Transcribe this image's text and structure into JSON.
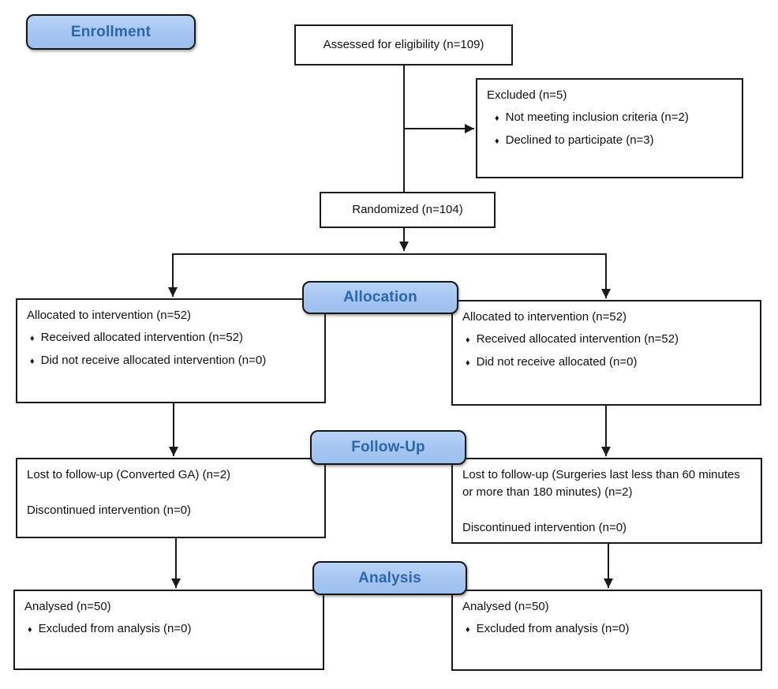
{
  "diagram_title": "CONSORT participant flow diagram",
  "bullet_glyph": "♦",
  "colors": {
    "badge_fill": "#a6c6f1",
    "badge_text": "#2b66ad",
    "badge_border": "#161616",
    "box_border": "#1a1a1a",
    "box_fill": "#ffffff",
    "connector": "#1a1a1a",
    "background": "#ffffff"
  },
  "stages": [
    {
      "label": "Enrollment"
    },
    {
      "label": "Allocation"
    },
    {
      "label": "Follow-Up"
    },
    {
      "label": "Analysis"
    }
  ],
  "boxes": {
    "assessed": {
      "title": "Assessed for eligibility (n=109)"
    },
    "excluded": {
      "title": "Excluded (n=5)",
      "bullets": [
        "Not meeting inclusion criteria (n=2)",
        "Declined to participate (n=3)"
      ]
    },
    "randomized": {
      "title": "Randomized (n=104)"
    },
    "alloc_left": {
      "title": "Allocated to intervention (n=52)",
      "bullets": [
        "Received allocated intervention (n=52)",
        "Did not receive allocated intervention (n=0)"
      ]
    },
    "alloc_right": {
      "title": "Allocated to intervention (n=52)",
      "bullets": [
        "Received allocated intervention (n=52)",
        "Did not receive allocated (n=0)"
      ]
    },
    "followup_left": {
      "lines": [
        "Lost to follow-up (Converted GA) (n=2)",
        "Discontinued intervention (n=0)"
      ]
    },
    "followup_right": {
      "lines": [
        "Lost to follow-up (Surgeries last less than 60 minutes or more than 180 minutes) (n=2)",
        "Discontinued intervention (n=0)"
      ]
    },
    "analysis_left": {
      "title": "Analysed (n=50)",
      "bullets": [
        "Excluded from analysis (n=0)"
      ]
    },
    "analysis_right": {
      "title": "Analysed (n=50)",
      "bullets": [
        "Excluded from analysis (n=0)"
      ]
    }
  }
}
